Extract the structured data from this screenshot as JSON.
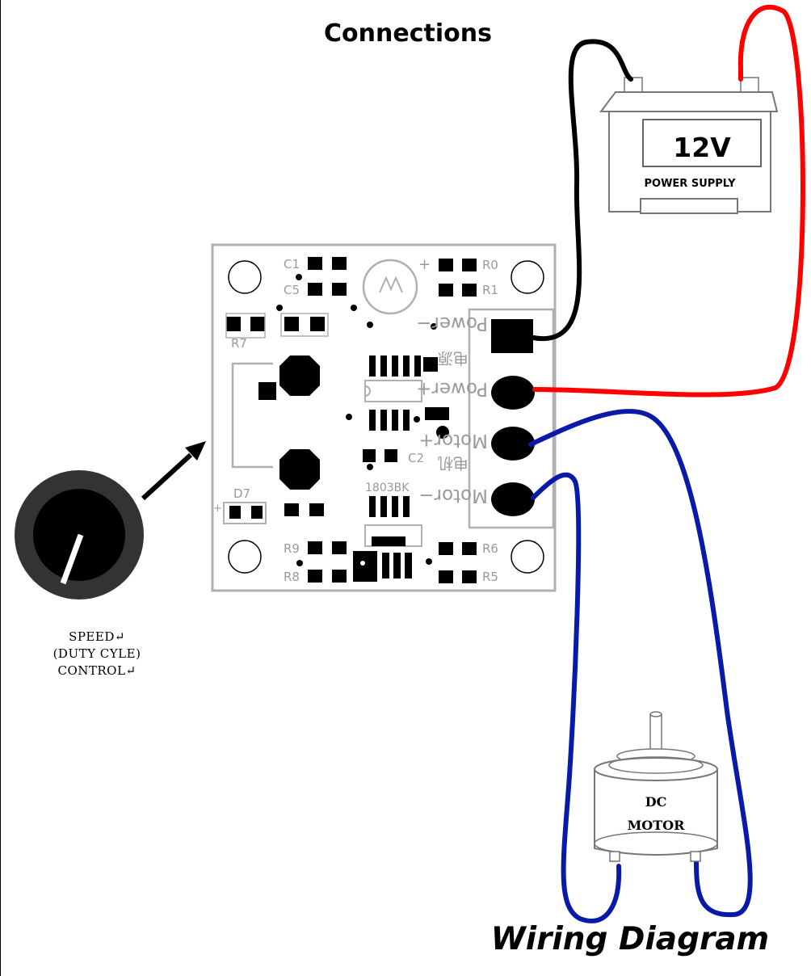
{
  "title": "Connections",
  "footer": "Wiring Diagram",
  "battery": {
    "voltage": "12V",
    "label": "POWER SUPPLY",
    "neg_symbol": "−",
    "pos_symbol": "+"
  },
  "knob": {
    "lines": [
      "SPEED↵",
      "(DUTY CYLE)",
      "CONTROL↵"
    ]
  },
  "motor": {
    "lines": [
      "DC",
      "MOTOR"
    ]
  },
  "board": {
    "components": [
      "C1",
      "C5",
      "C2",
      "R0",
      "R1",
      "R5",
      "R6",
      "R7",
      "R8",
      "R9",
      "D7"
    ],
    "chip_marking": "1803BK",
    "plus_mark": "+",
    "terminals": [
      "Power−",
      "Power+",
      "Motor+",
      "Motor−"
    ],
    "cn_labels": [
      "电源",
      "电机"
    ]
  },
  "colors": {
    "wire_positive": "#ff0000",
    "wire_negative": "#000000",
    "wire_motor": "#0a1aa8",
    "silkscreen": "#b0b0b0",
    "knob_outer": "#333333"
  }
}
